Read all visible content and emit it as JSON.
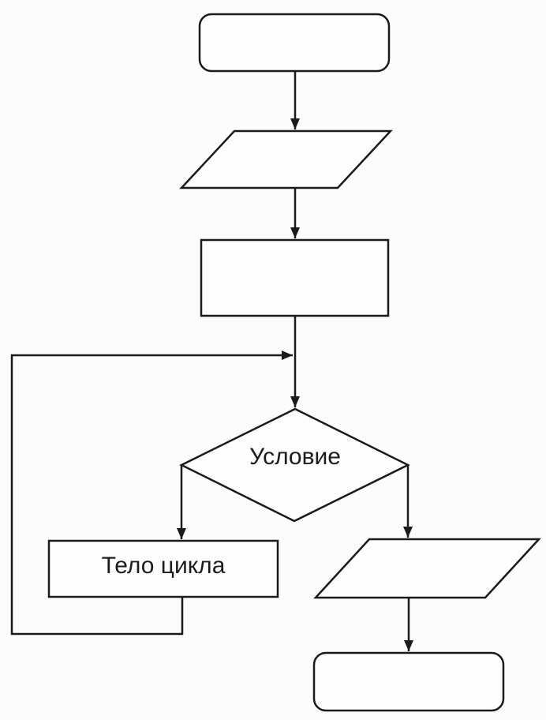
{
  "diagram": {
    "type": "flowchart",
    "colors": {
      "stroke": "#1a1a1a",
      "shape_fill": "#fefefe",
      "background": "#fcfcfc",
      "text": "#1c1c1c"
    },
    "nodes": {
      "start_terminator": {
        "shape": "rounded-rectangle",
        "label": ""
      },
      "input_parallelogram": {
        "shape": "parallelogram",
        "label": ""
      },
      "process_rect": {
        "shape": "rectangle",
        "label": ""
      },
      "condition_diamond": {
        "shape": "diamond",
        "label": "Условие"
      },
      "loop_body_rect": {
        "shape": "rectangle",
        "label": "Тело цикла"
      },
      "output_parallelogram": {
        "shape": "parallelogram",
        "label": ""
      },
      "end_terminator": {
        "shape": "rounded-rectangle",
        "label": ""
      }
    },
    "edges": [
      {
        "from": "start_terminator",
        "to": "input_parallelogram",
        "arrow": true
      },
      {
        "from": "input_parallelogram",
        "to": "process_rect",
        "arrow": true
      },
      {
        "from": "process_rect",
        "to": "condition_diamond",
        "arrow": true
      },
      {
        "from": "condition_diamond",
        "to": "loop_body_rect",
        "arrow": true
      },
      {
        "from": "condition_diamond",
        "to": "output_parallelogram",
        "arrow": true
      },
      {
        "from": "loop_body_rect",
        "to": "condition_diamond",
        "arrow": true
      },
      {
        "from": "output_parallelogram",
        "to": "end_terminator",
        "arrow": true
      }
    ]
  }
}
